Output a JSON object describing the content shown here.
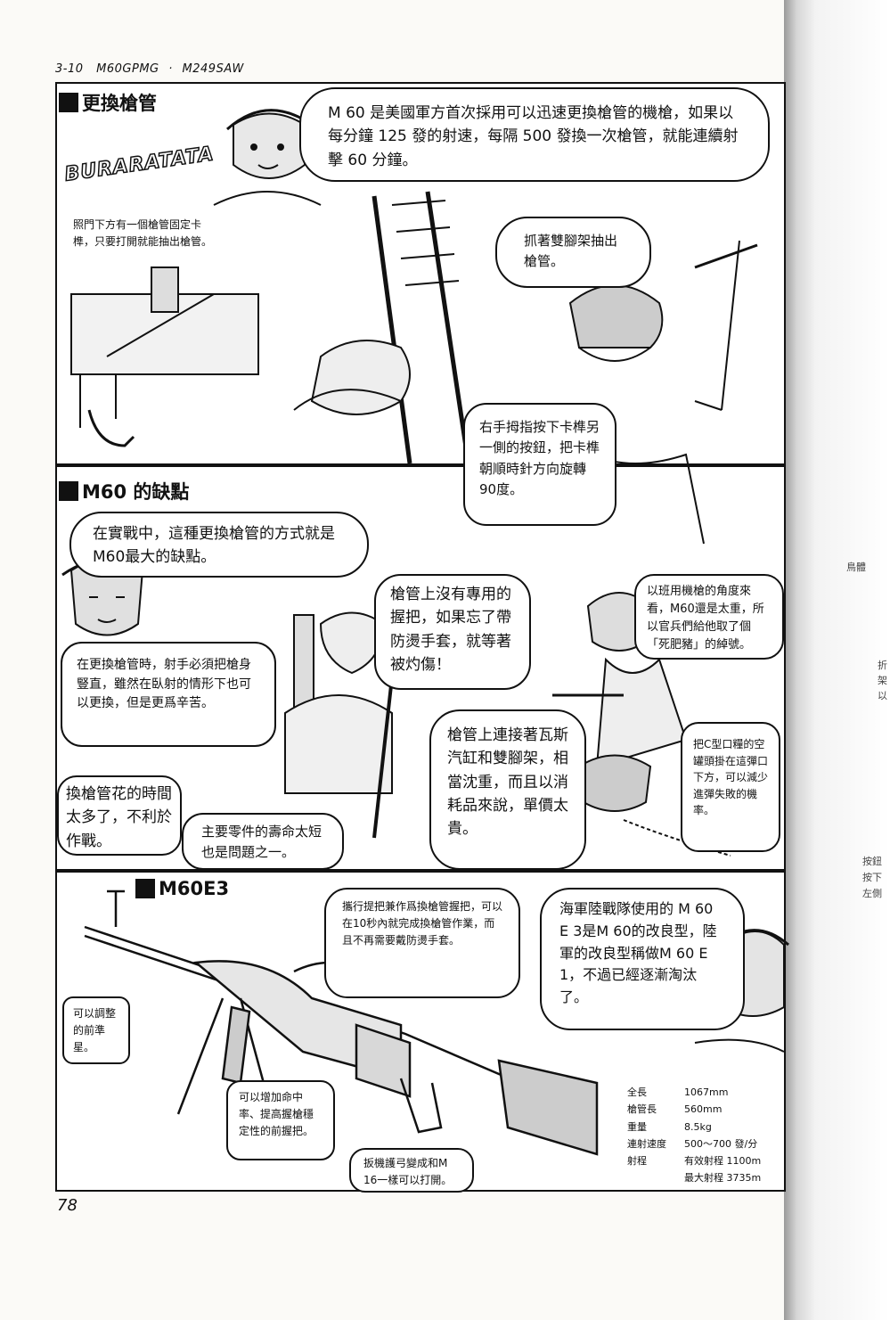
{
  "header": {
    "page_code": "3-10",
    "title_a": "M60GPMG",
    "separator": "·",
    "title_b": "M249SAW"
  },
  "page_number": "78",
  "section1": {
    "title": "更換槍管",
    "sfx": "BURARATATA",
    "main_bubble": "M 60 是美國軍方首次採用可以迅速更換槍管的機槍，如果以每分鐘 125 發的射速，每隔 500 發換一次槍管，就能連續射擊 60 分鐘。",
    "caption_lever": "照門下方有一個槍管固定卡榫，只要打開就能抽出槍管。",
    "bubble_bipod": "抓著雙腳架抽出槍管。",
    "bubble_thumb": "右手拇指按下卡榫另一側的按鈕，把卡榫朝順時針方向旋轉90度。"
  },
  "section2": {
    "title": "M60 的缺點",
    "bubble_drawback": "在實戰中，這種更換槍管的方式就是M60最大的缺點。",
    "bubble_grip": "槍管上沒有專用的握把，如果忘了帶防燙手套，就等著被灼傷！",
    "bubble_squad": "以班用機槍的角度來看，M60還是太重，所以官兵們給他取了個「死肥豬」的綽號。",
    "bubble_vertical": "在更換槍管時，射手必須把槍身豎直，雖然在臥射的情形下也可以更換，但是更爲辛苦。",
    "bubble_heavy": "槍管上連接著瓦斯汽缸和雙腳架，相當沈重，而且以消耗品來說，單價太貴。",
    "bubble_can": "把C型口糧的空罐頭掛在這彈口下方，可以減少進彈失敗的機率。",
    "bubble_time": "換槍管花的時間太多了，不利於作戰。",
    "bubble_life": "主要零件的壽命太短也是問題之一。"
  },
  "section3": {
    "title": "M60E3",
    "bubble_handle": "攜行提把兼作爲換槍管握把，可以在10秒內就完成換槍管作業，而且不再需要戴防燙手套。",
    "bubble_marine": "海軍陸戰隊使用的 M 60 E 3是M 60的改良型，陸軍的改良型稱做M 60 E 1，不過已經逐漸淘汰了。",
    "bubble_sight": "可以調整的前準星。",
    "bubble_foregrip": "可以增加命中率、提高握槍穩定性的前握把。",
    "bubble_trigger": "扳機護弓變成和M 16一樣可以打開。",
    "specs": [
      {
        "label": "全長",
        "value": "1067mm"
      },
      {
        "label": "槍管長",
        "value": "560mm"
      },
      {
        "label": "重量",
        "value": "8.5kg"
      },
      {
        "label": "連射速度",
        "value": "500〜700 發/分"
      },
      {
        "label": "射程",
        "value": "有效射程 1100m"
      },
      {
        "label": "",
        "value": "最大射程 3735m"
      }
    ]
  },
  "next_page": {
    "frag1": "鳥體",
    "frag2": "折",
    "frag3": "架",
    "frag4": "以",
    "frag5": "按鈕",
    "frag6": "按下",
    "frag7": "左側"
  }
}
